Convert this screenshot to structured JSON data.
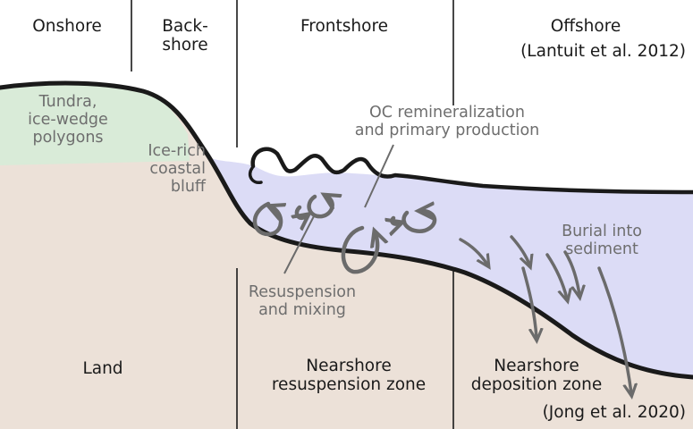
{
  "colors": {
    "land": "#ece1d8",
    "tundra": "#d9ebd8",
    "water": "#dcdcf6",
    "line": "#1a1a1a",
    "arrow": "#6b6b6b",
    "divider": "#1a1a1a",
    "text_dark": "#1a1a1a",
    "text_grey": "#6e6e6e"
  },
  "zones_top": {
    "onshore": "Onshore",
    "backshore": "Back-\nshore",
    "frontshore": "Frontshore",
    "offshore": "Offshore",
    "offshore_ref": "(Lantuit et al. 2012)"
  },
  "features": {
    "tundra": "Tundra,\nice-wedge\npolygons",
    "bluff": "Ice-rich\ncoastal\nbluff",
    "oc": "OC remineralization\nand primary production",
    "resuspension": "Resuspension\nand mixing",
    "burial": "Burial into\nsediment"
  },
  "zones_bottom": {
    "land": "Land",
    "nearshore_resuspension": "Nearshore\nresuspension zone",
    "nearshore_deposition": "Nearshore\ndeposition zone",
    "bottom_ref": "(Jong et al. 2020)"
  }
}
